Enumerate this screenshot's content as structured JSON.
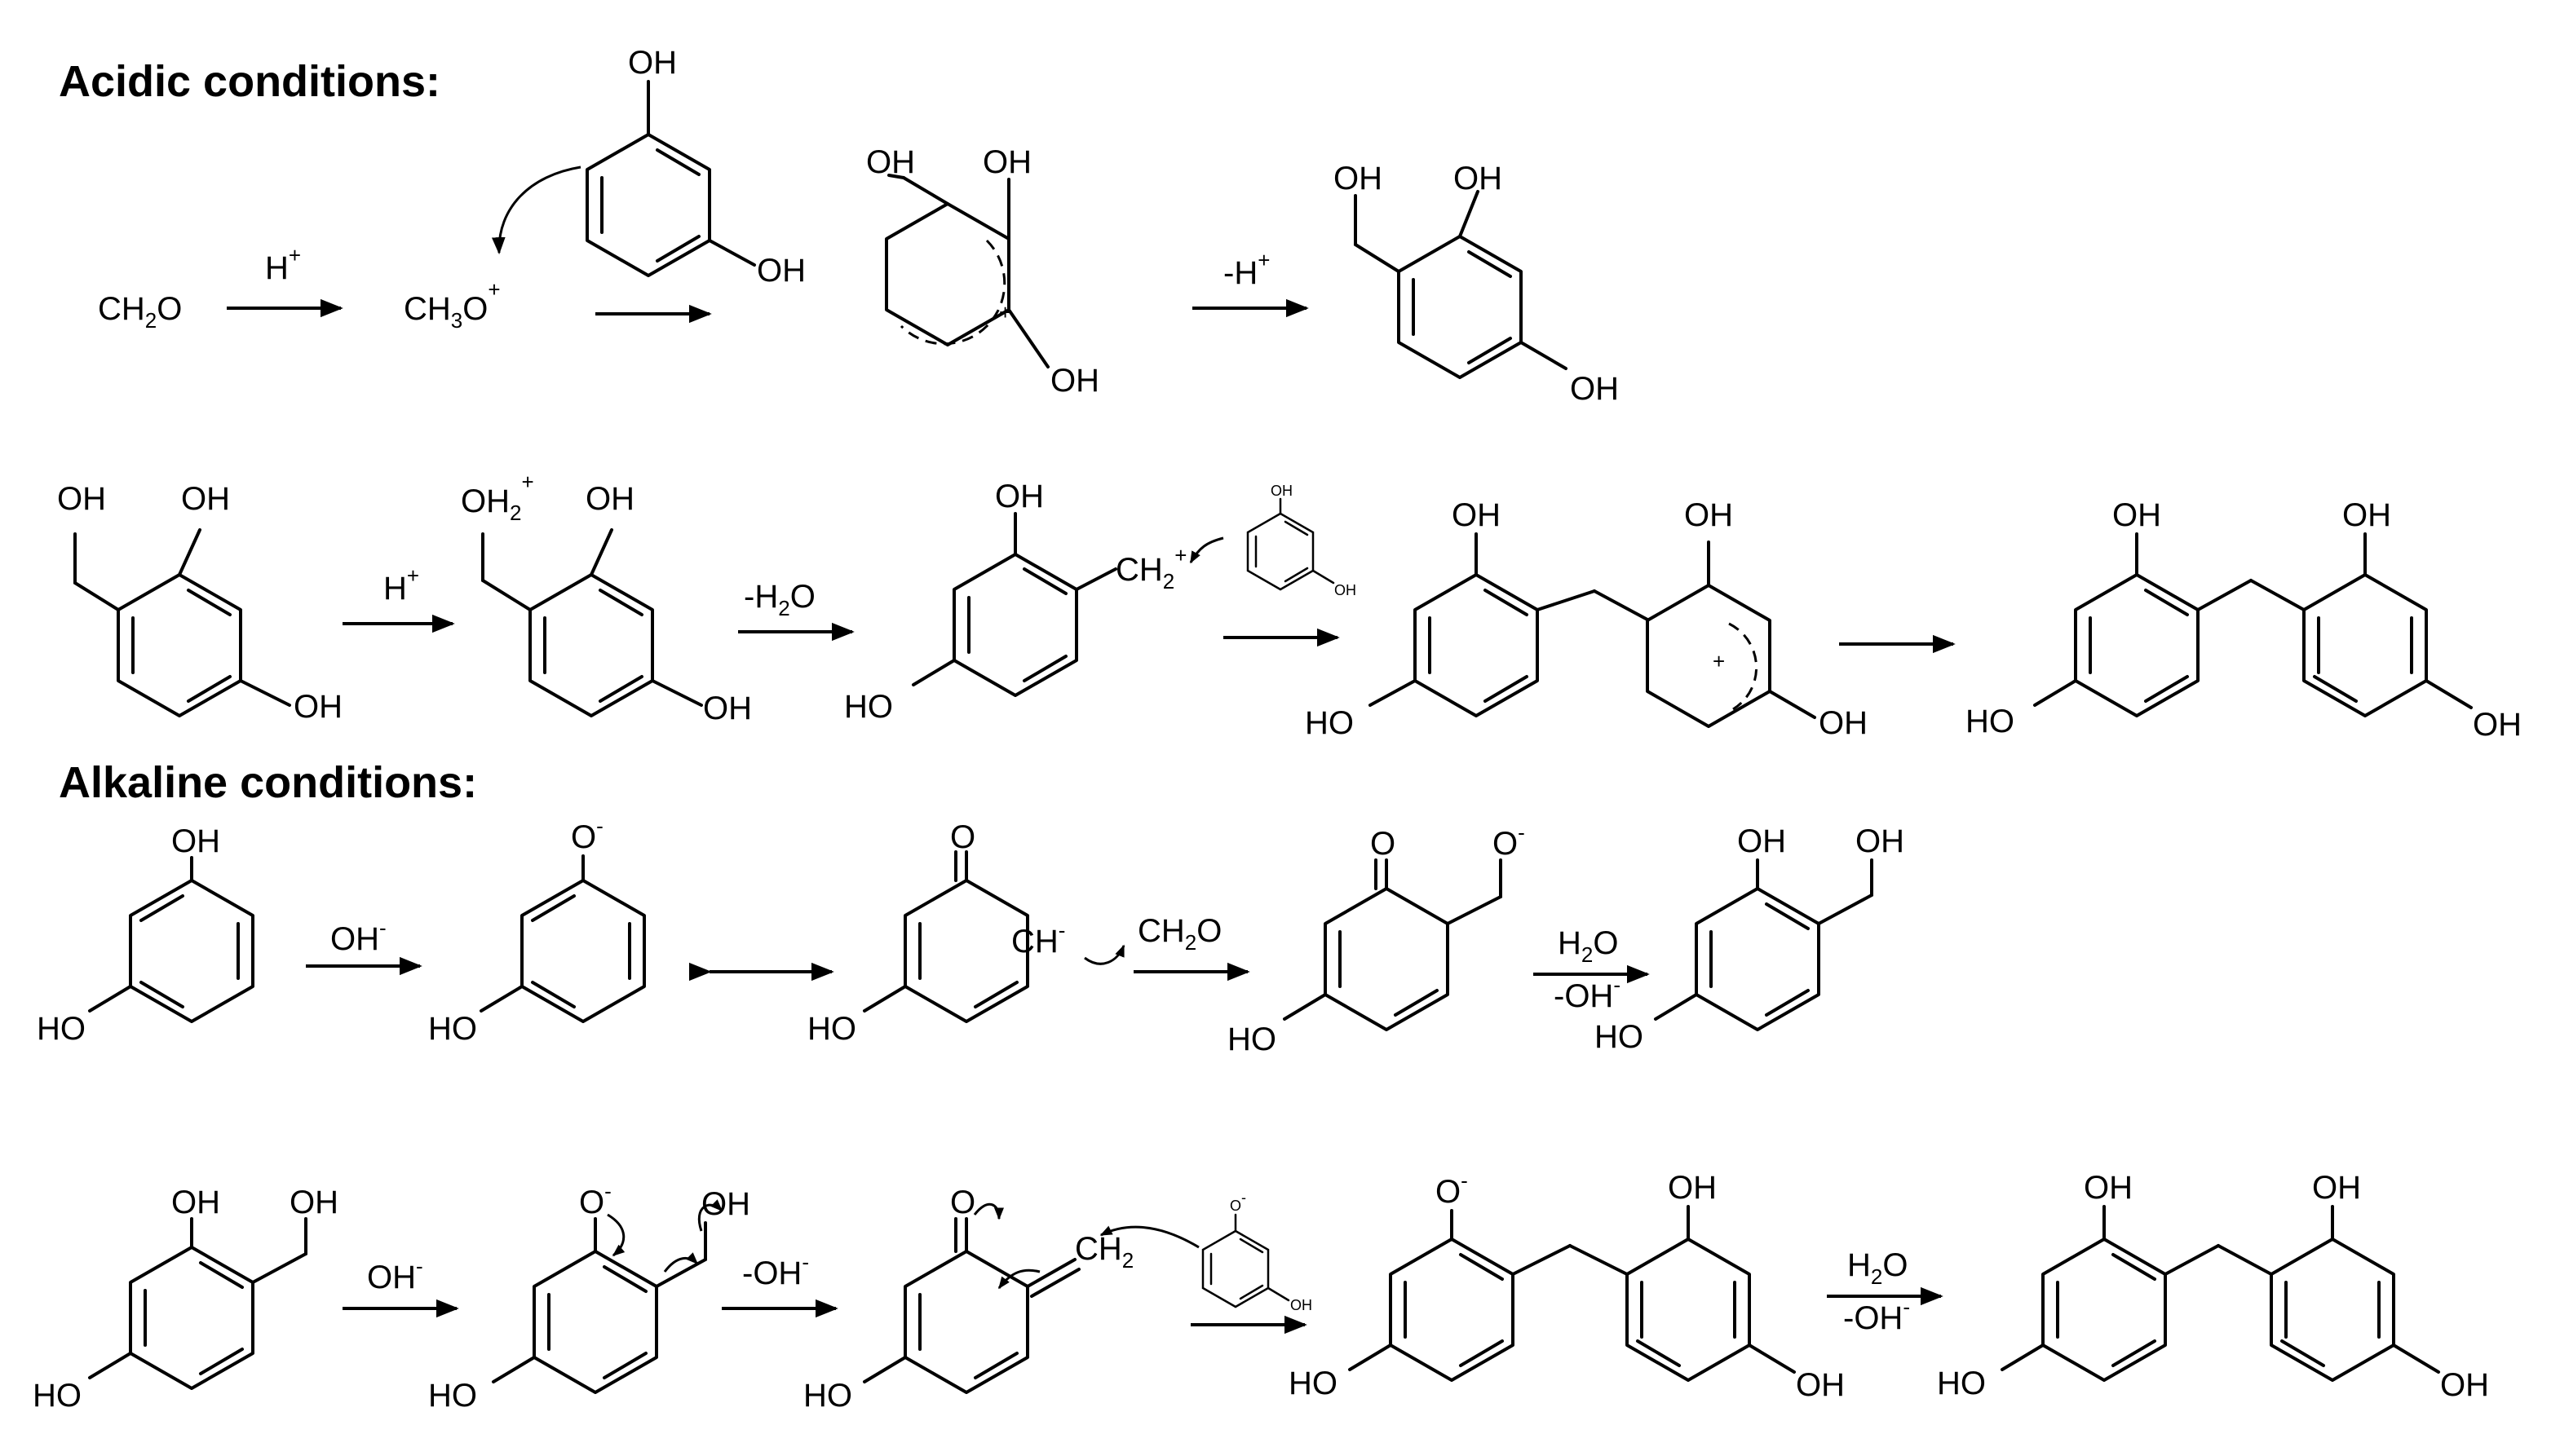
{
  "headers": {
    "acidic": "Acidic conditions:",
    "alkaline": "Alkaline conditions:"
  },
  "acidic_step1": {
    "reactant": "CH2O",
    "catalyst": "H+",
    "intermediate": "CH3O+",
    "ring_substituents": [
      "OH",
      "OH"
    ],
    "cation_substituents": [
      "OH",
      "OH",
      "OH"
    ],
    "deprotonation": "-H+",
    "product_substituents": [
      "OH",
      "OH",
      "OH"
    ]
  },
  "acidic_step2": {
    "reactant_substituents": [
      "OH",
      "OH",
      "OH"
    ],
    "catalyst": "H+",
    "oxonium_substituents": [
      "OH2+",
      "OH",
      "OH"
    ],
    "dehydration": "-H2O",
    "carbocation_substituents": [
      "OH",
      "CH2+",
      "HO"
    ],
    "attacking_resorcinol": [
      "OH",
      "OH"
    ],
    "dimer_cation_substituents": [
      "OH",
      "OH",
      "HO",
      "OH"
    ],
    "product_substituents": [
      "OH",
      "OH",
      "HO",
      "OH"
    ]
  },
  "alkaline_step1": {
    "resorcinol": [
      "OH",
      "HO"
    ],
    "base": "OH-",
    "phenoxide": [
      "O-",
      "HO"
    ],
    "resonance_symbol": "⟷",
    "carbanion": [
      "O",
      "CH-",
      "HO"
    ],
    "electrophile": "CH2O",
    "alkoxide_adduct": [
      "O",
      "O-",
      "HO"
    ],
    "reagent_top": "H2O",
    "reagent_bottom": "-OH-",
    "product": [
      "OH",
      "OH",
      "HO"
    ]
  },
  "alkaline_step2": {
    "reactant": [
      "OH",
      "OH",
      "HO"
    ],
    "base": "OH-",
    "phenoxide": [
      "O-",
      "OH",
      "HO"
    ],
    "elimination": "-OH-",
    "quinone_methide": [
      "O",
      "CH2",
      "HO"
    ],
    "attacking_phenoxide": [
      "O-",
      "OH"
    ],
    "dimer_anion": [
      "O-",
      "OH",
      "HO",
      "OH"
    ],
    "reagent_top": "H2O",
    "reagent_bottom": "-OH-",
    "product": [
      "OH",
      "OH",
      "HO",
      "OH"
    ]
  }
}
